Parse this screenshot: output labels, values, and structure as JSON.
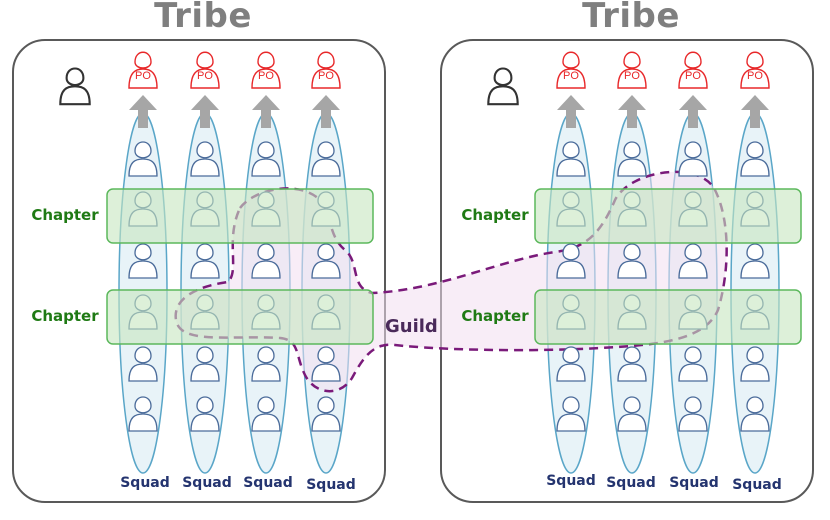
{
  "tribes": [
    {
      "title": "Tribe",
      "chapters": [
        "Chapter",
        "Chapter"
      ],
      "squads": [
        "Squad",
        "Squad",
        "Squad",
        "Squad"
      ]
    },
    {
      "title": "Tribe",
      "chapters": [
        "Chapter",
        "Chapter"
      ],
      "squads": [
        "Squad",
        "Squad",
        "Squad",
        "Squad"
      ]
    }
  ],
  "po_label": "PO",
  "guild_label": "Guild",
  "colors": {
    "tribe_border": "#595959",
    "squad_border": "#5aa6c8",
    "squad_fill": "#e4f1f7",
    "person_stroke": "#4a6b9a",
    "chapter_fill": "#c6e6c0",
    "chapter_border": "#5cb85c",
    "chapter_text": "#1f7a14",
    "guild_border": "#7a1a7a",
    "guild_fill": "#f3dff0",
    "po_color": "#e8282a",
    "arrow_color": "#a6a6a6",
    "squad_text": "#24346f",
    "title_text": "#7f7f7f"
  },
  "icons": [
    "person-icon",
    "po-person-icon",
    "up-arrow-icon"
  ]
}
